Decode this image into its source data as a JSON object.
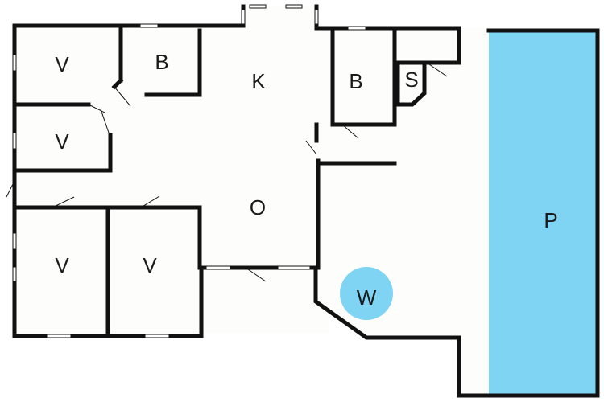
{
  "plan": {
    "rooms": [
      {
        "key": "bedroom_1",
        "label": "V"
      },
      {
        "key": "bathroom_1",
        "label": "B"
      },
      {
        "key": "kitchen",
        "label": "K"
      },
      {
        "key": "bathroom_2",
        "label": "B"
      },
      {
        "key": "sauna",
        "label": "S"
      },
      {
        "key": "bedroom_2",
        "label": "V"
      },
      {
        "key": "living",
        "label": "O"
      },
      {
        "key": "bedroom_3",
        "label": "V"
      },
      {
        "key": "bedroom_4",
        "label": "V"
      },
      {
        "key": "whirlpool",
        "label": "W"
      },
      {
        "key": "pool",
        "label": "P"
      }
    ],
    "colors": {
      "pool": "#7fd3f3",
      "whirlpool": "#7fd3f3",
      "wall": "#111111",
      "floor": "#fdfdfb"
    }
  }
}
